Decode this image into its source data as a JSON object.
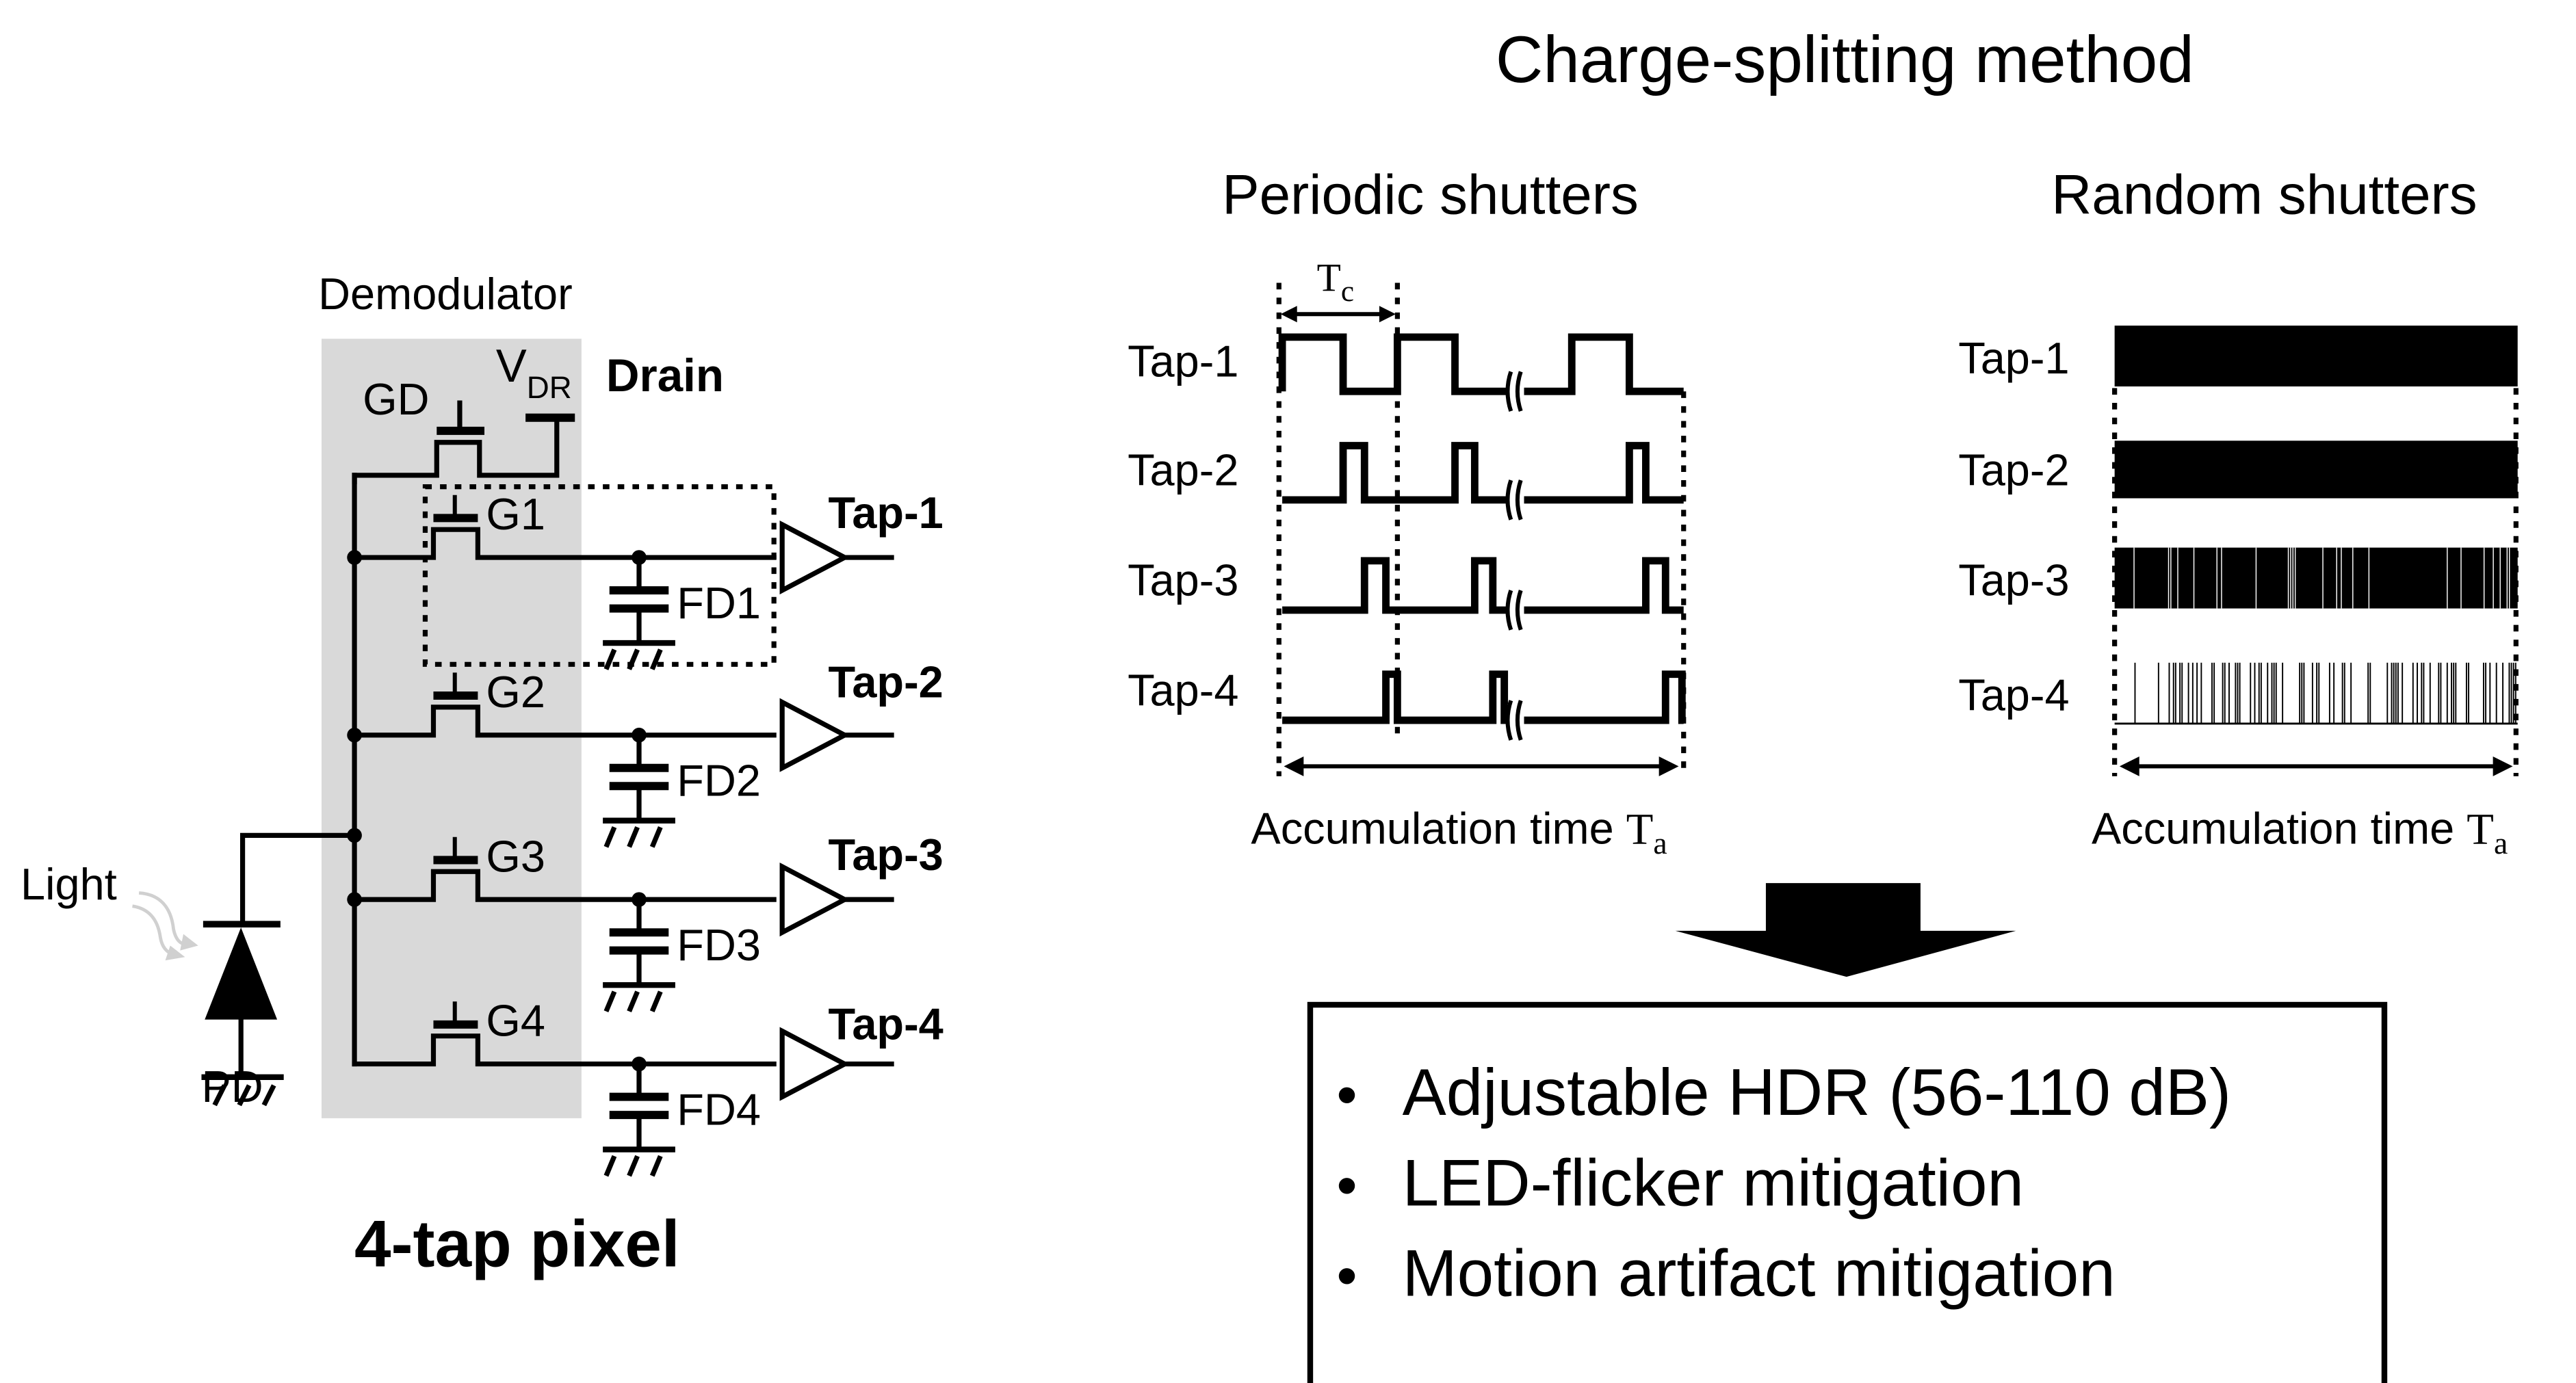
{
  "circuit": {
    "title": "4-tap pixel",
    "demodulator_label": "Demodulator",
    "drain_label": "Drain",
    "gd_label": "GD",
    "vdr_label": "V",
    "vdr_sub": "DR",
    "light_label": "Light",
    "pd_label": "PD",
    "gates": [
      "G1",
      "G2",
      "G3",
      "G4"
    ],
    "fds": [
      "FD1",
      "FD2",
      "FD3",
      "FD4"
    ],
    "taps": [
      "Tap-1",
      "Tap-2",
      "Tap-3",
      "Tap-4"
    ],
    "colors": {
      "demodulator_fill": "#d9d9d9",
      "light_arrow": "#d0d0d0"
    }
  },
  "method": {
    "title": "Charge-splitting method",
    "periodic": {
      "title": "Periodic shutters",
      "tc_label": "T",
      "tc_sub": "c",
      "taps": [
        "Tap-1",
        "Tap-2",
        "Tap-3",
        "Tap-4"
      ],
      "accum_label": "Accumulation time ",
      "ta_label": "T",
      "ta_sub": "a"
    },
    "random": {
      "title": "Random shutters",
      "taps": [
        "Tap-1",
        "Tap-2",
        "Tap-3",
        "Tap-4"
      ],
      "density": [
        1.0,
        0.97,
        0.85,
        0.35
      ],
      "accum_label": "Accumulation time ",
      "ta_label": "T",
      "ta_sub": "a"
    }
  },
  "benefits": {
    "items": [
      "Adjustable HDR (56-110 dB)",
      "LED-flicker mitigation",
      "Motion artifact mitigation"
    ],
    "bullet": "•"
  }
}
